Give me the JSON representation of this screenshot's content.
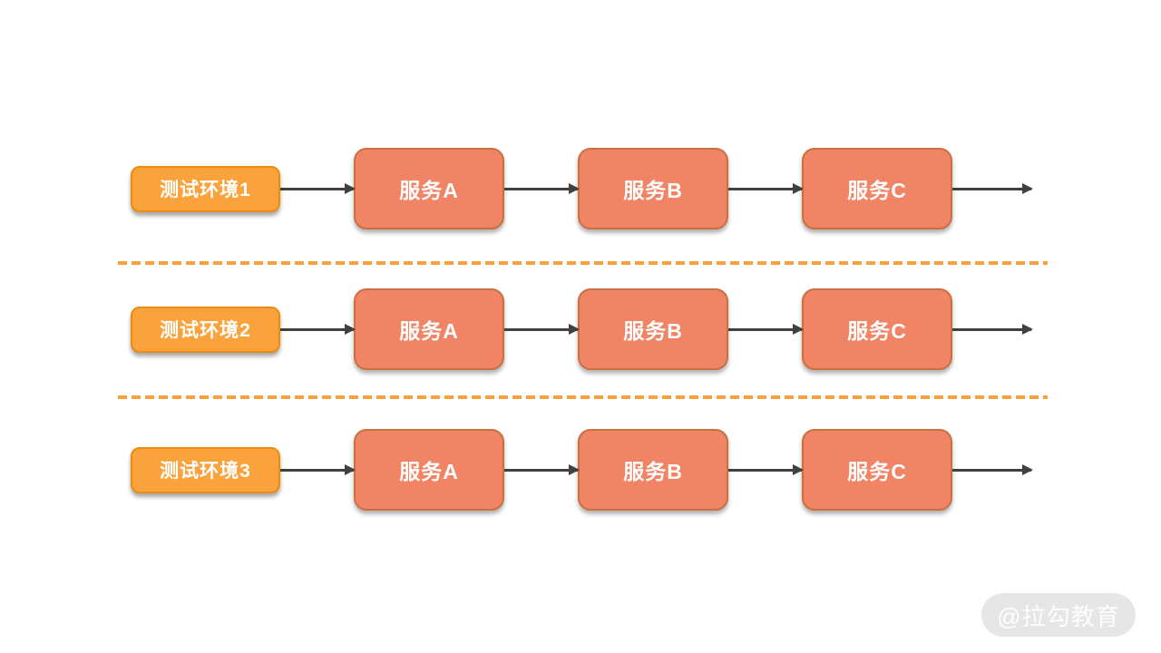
{
  "diagram": {
    "title_hint": "multi test environment service pipeline diagram",
    "rows": [
      {
        "env": "测试环境1",
        "services": [
          "服务A",
          "服务B",
          "服务C"
        ]
      },
      {
        "env": "测试环境2",
        "services": [
          "服务A",
          "服务B",
          "服务C"
        ]
      },
      {
        "env": "测试环境3",
        "services": [
          "服务A",
          "服务B",
          "服务C"
        ]
      }
    ],
    "colors": {
      "env_box_fill": "#FAA23C",
      "env_box_border": "#EE8A10",
      "service_box_fill": "#F08465",
      "service_box_border": "#C97040",
      "arrow": "#404040",
      "divider_dash": "#F9A13B",
      "watermark_bg": "#E6E6E6",
      "watermark_text": "#FDFDFD"
    }
  },
  "watermark": {
    "label": "@拉勾教育"
  }
}
